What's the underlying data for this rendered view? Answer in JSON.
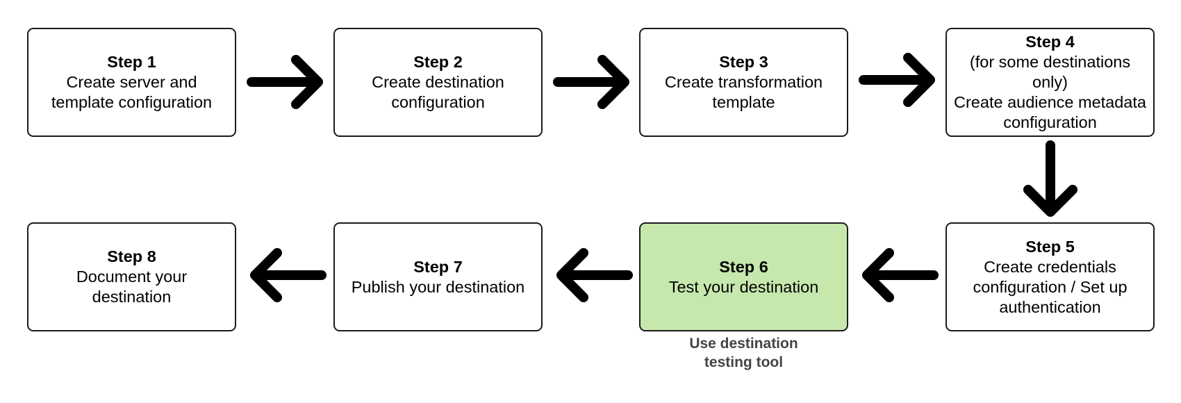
{
  "steps": [
    {
      "title": "Step 1",
      "desc": "Create server and\ntemplate configuration"
    },
    {
      "title": "Step 2",
      "desc": "Create destination\nconfiguration"
    },
    {
      "title": "Step 3",
      "desc": "Create transformation\ntemplate"
    },
    {
      "title": "Step 4",
      "desc": "(for some destinations\nonly)\nCreate audience metadata\nconfiguration"
    },
    {
      "title": "Step 5",
      "desc": "Create credentials\nconfiguration / Set up\nauthentication"
    },
    {
      "title": "Step 6",
      "desc": "Test your destination"
    },
    {
      "title": "Step 7",
      "desc": "Publish your destination"
    },
    {
      "title": "Step 8",
      "desc": "Document your\ndestination"
    }
  ],
  "step6_note": "Use destination\ntesting tool",
  "colors": {
    "highlight": "#c6e8ad",
    "border": "#1a1a1a",
    "arrow": "#000000",
    "note_text": "#444444"
  }
}
